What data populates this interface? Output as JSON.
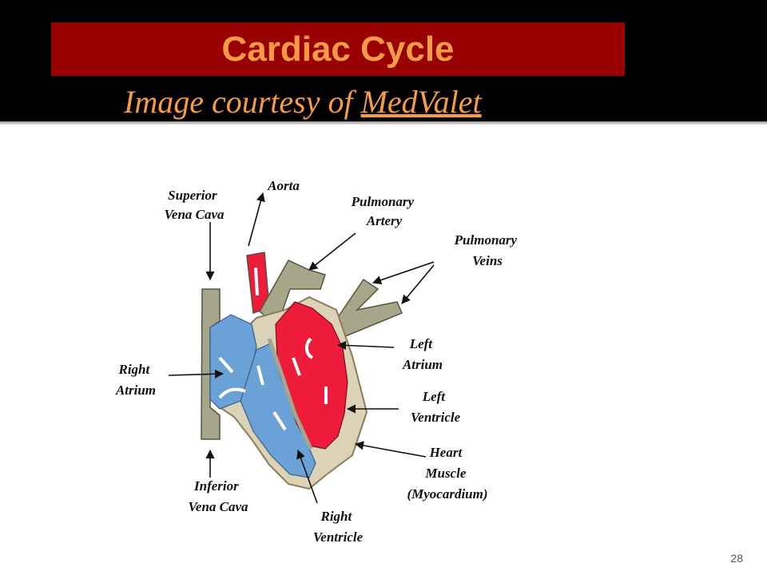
{
  "slide": {
    "title": "Cardiac Cycle",
    "subtitle_prefix": "Image courtesy of ",
    "subtitle_link": "MedValet",
    "slide_number": "28"
  },
  "colors": {
    "header_bg": "#000000",
    "title_box": "#990000",
    "accent_text": "#f59a45",
    "oxygenated_blood": "#ee1b3a",
    "deoxygenated_blood": "#6aa1d6",
    "vessel": "#a6a68a",
    "myocardium": "#dcd2b8"
  },
  "diagram": {
    "labels": {
      "superior_vena_cava_1": "Superior",
      "superior_vena_cava_2": "Vena Cava",
      "aorta": "Aorta",
      "pulmonary_artery_1": "Pulmonary",
      "pulmonary_artery_2": "Artery",
      "pulmonary_veins_1": "Pulmonary",
      "pulmonary_veins_2": "Veins",
      "left_atrium_1": "Left",
      "left_atrium_2": "Atrium",
      "right_atrium_1": "Right",
      "right_atrium_2": "Atrium",
      "left_ventricle_1": "Left",
      "left_ventricle_2": "Ventricle",
      "heart_muscle_1": "Heart",
      "heart_muscle_2": "Muscle",
      "heart_muscle_3": "(Myocardium)",
      "inferior_vena_cava_1": "Inferior",
      "inferior_vena_cava_2": "Vena Cava",
      "right_ventricle_1": "Right",
      "right_ventricle_2": "Ventricle"
    }
  }
}
